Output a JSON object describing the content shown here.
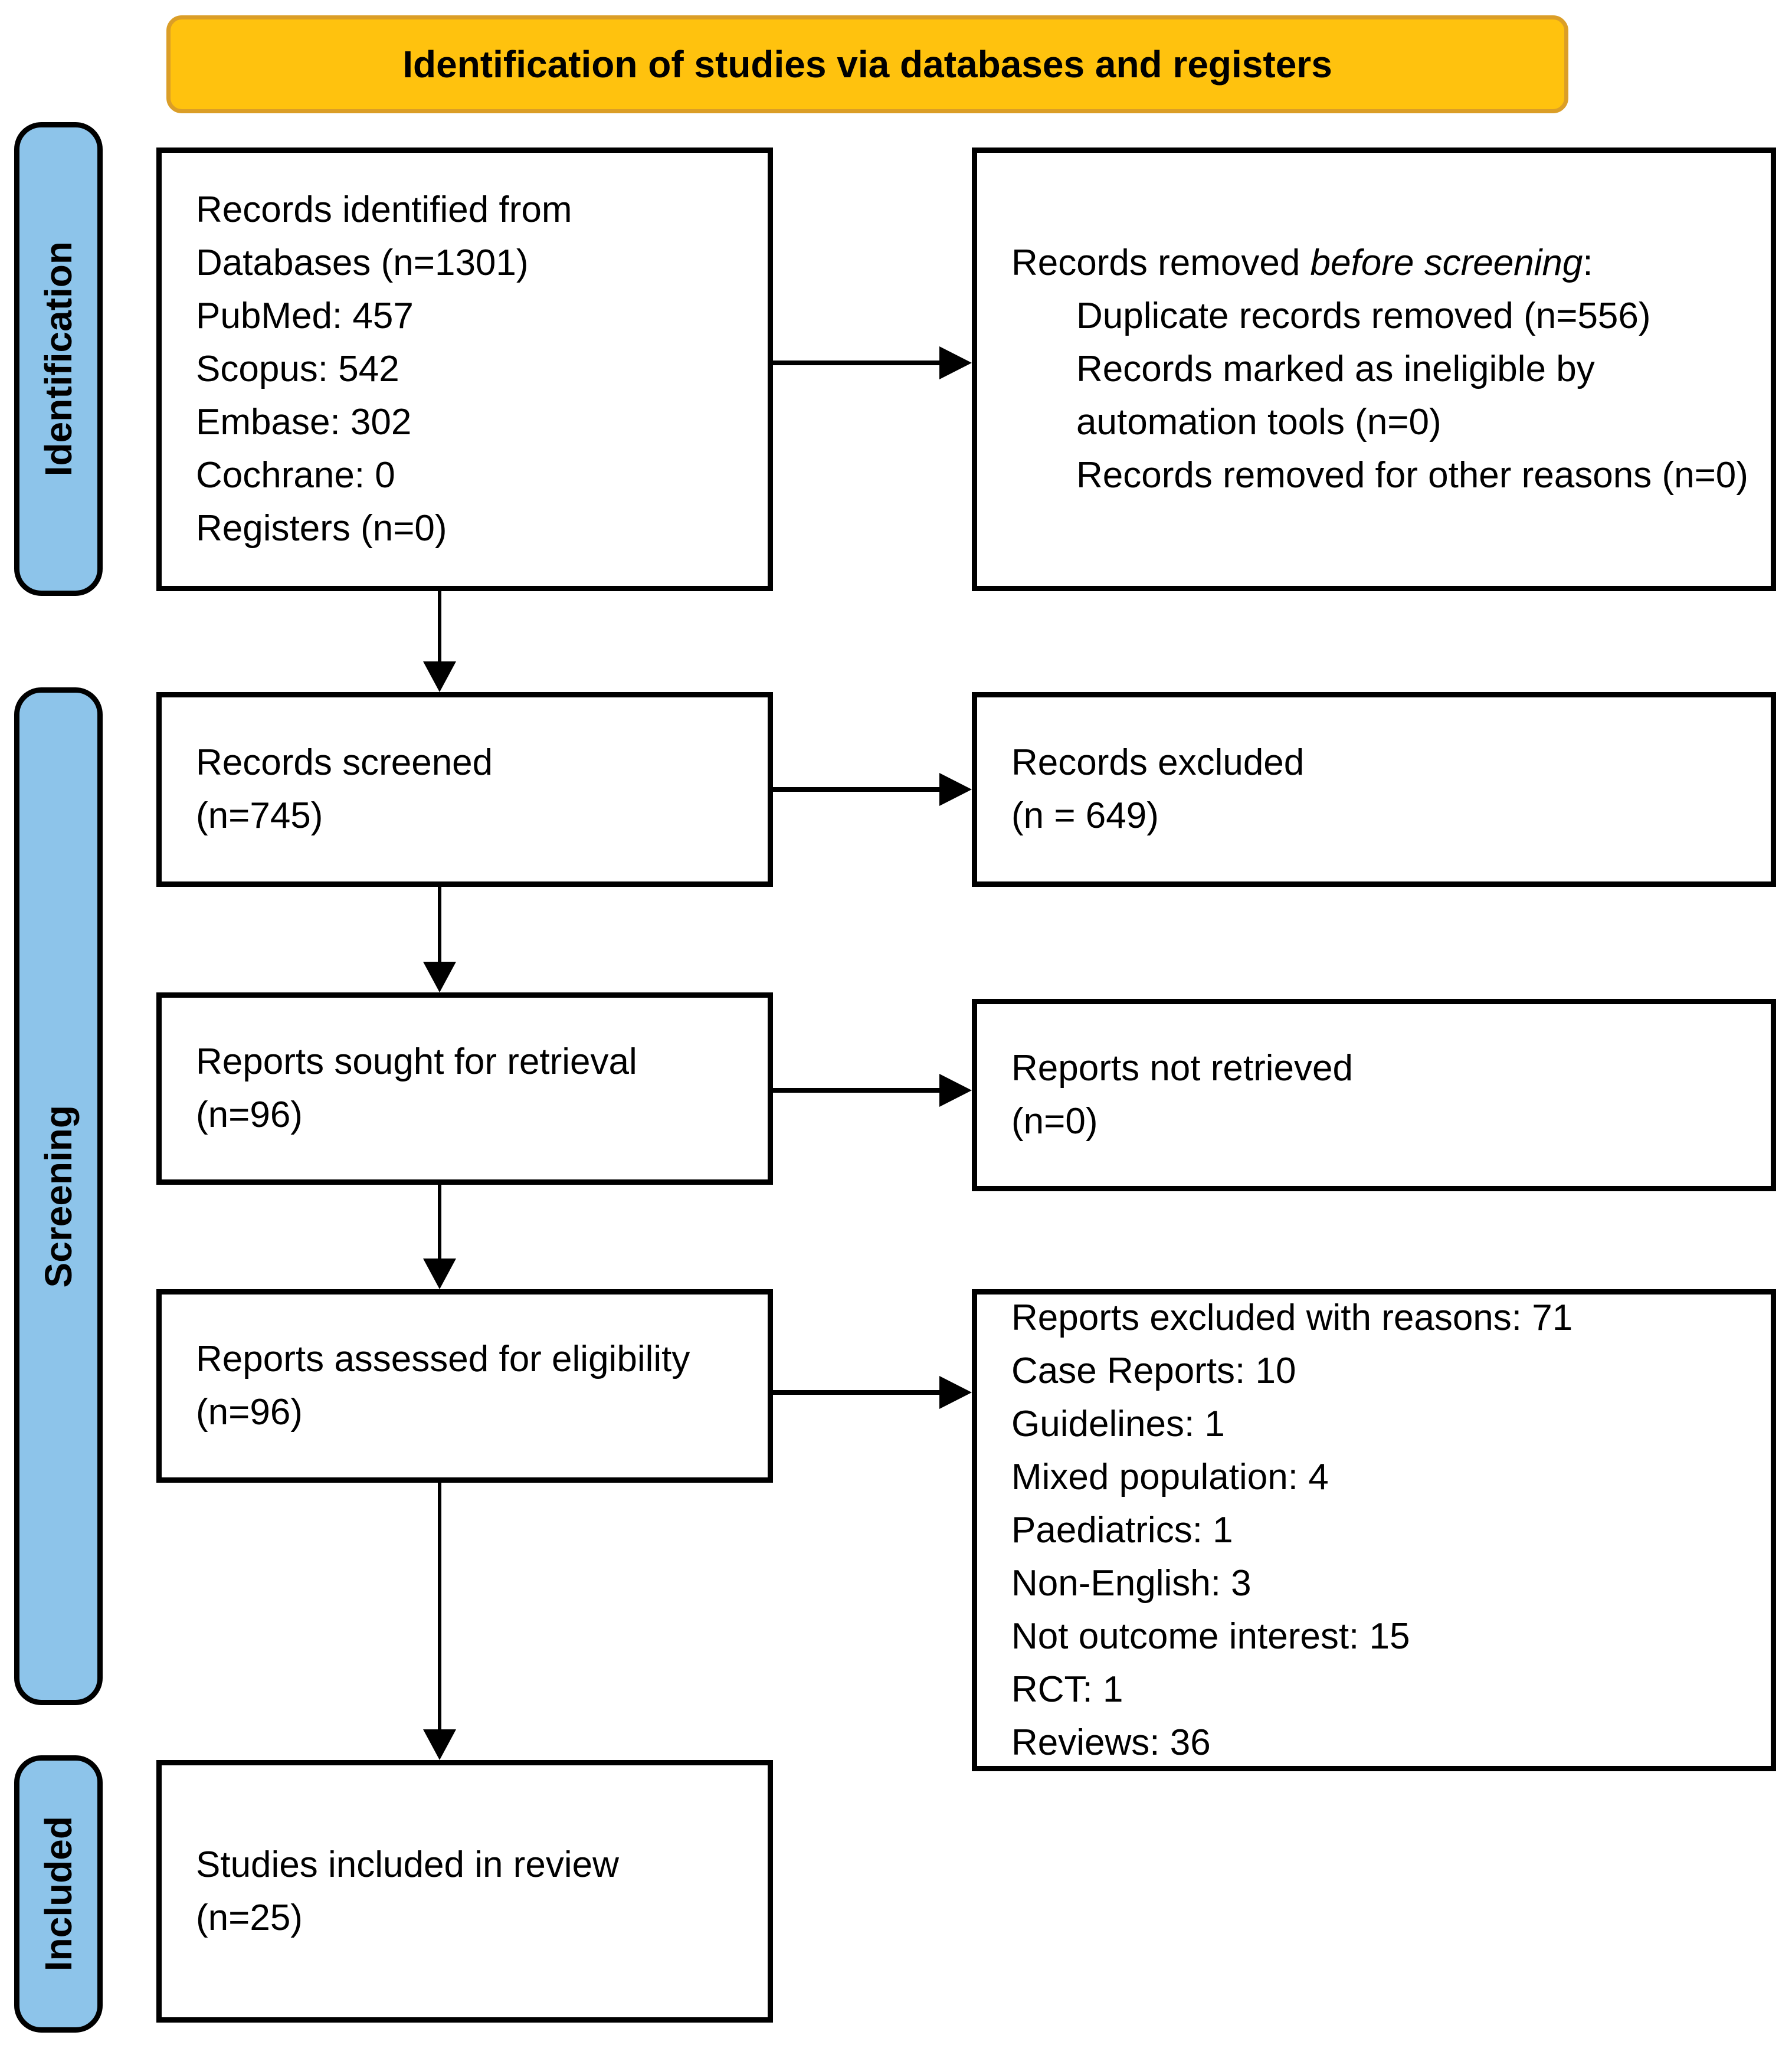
{
  "title": "Identification of studies via databases and registers",
  "stages": [
    {
      "label": "Identification"
    },
    {
      "label": "Screening"
    },
    {
      "label": "Included"
    }
  ],
  "boxes": {
    "identified": {
      "lines": [
        "Records identified from",
        "Databases (n=1301)",
        "PubMed: 457",
        "Scopus: 542",
        "Embase: 302",
        "Cochrane: 0",
        "Registers (n=0)"
      ]
    },
    "removed": {
      "line1_prefix": "Records removed ",
      "line1_italic": "before screening",
      "line1_suffix": ":",
      "lines": [
        "Duplicate records removed (n=556)",
        "Records marked as ineligible by",
        "automation tools (n=0)",
        "Records removed for other reasons (n=0)"
      ]
    },
    "screened": {
      "lines": [
        "Records screened",
        "(n=745)"
      ]
    },
    "excluded": {
      "lines": [
        "Records excluded",
        "(n = 649)"
      ]
    },
    "sought": {
      "lines": [
        "Reports sought for retrieval",
        "(n=96)"
      ]
    },
    "not_retrieved": {
      "lines": [
        "Reports not retrieved",
        "(n=0)"
      ]
    },
    "assessed": {
      "lines": [
        "Reports assessed for eligibility",
        "(n=96)"
      ]
    },
    "reasons": {
      "lines": [
        "Reports excluded with reasons: 71",
        "Case Reports: 10",
        "Guidelines: 1",
        "Mixed population: 4",
        "Paediatrics: 1",
        "Non-English: 3",
        "Not outcome interest: 15",
        "RCT: 1",
        "Reviews: 36"
      ]
    },
    "included": {
      "lines": [
        "Studies included in review",
        "(n=25)"
      ]
    }
  },
  "colors": {
    "banner_bg": "#FFC20E",
    "banner_border": "#DB9E27",
    "stage_bg": "#8DC4EA",
    "box_border": "#000000"
  }
}
